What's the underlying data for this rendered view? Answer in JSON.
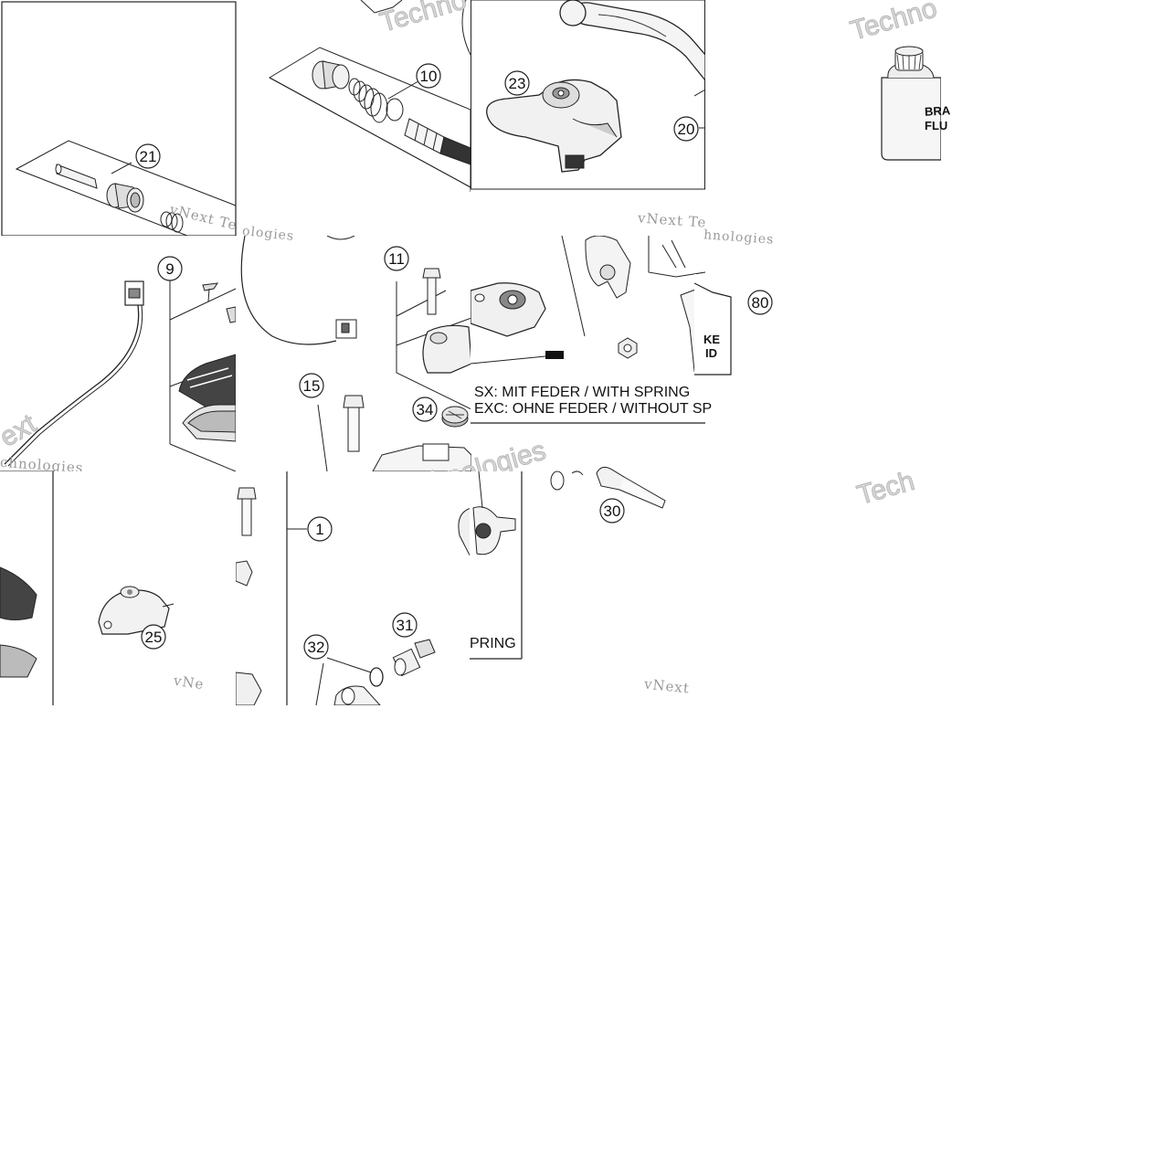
{
  "diagram": {
    "callouts": [
      "21",
      "10",
      "23",
      "20",
      "9",
      "11",
      "80",
      "15",
      "34",
      "1",
      "30",
      "25",
      "31",
      "32"
    ],
    "notes": {
      "sx_line": "SX: MIT FEDER / WITH SPRING",
      "exc_line": "EXC: OHNE FEDER / WITHOUT SP",
      "spring_fragment": "PRING"
    },
    "can_label": {
      "line1": "BRA",
      "line2": "FLU",
      "mid1": "KE",
      "mid2": "ID"
    },
    "watermarks": {
      "vnext": "vNext Tec",
      "vnext2": "vNext Te",
      "vnext3": "vNe",
      "vnext4": "vNext",
      "technologies": "Technologies",
      "techno": "Techno",
      "techn": "Techn",
      "tech": "Tech",
      "ext": "ext",
      "ologies": "ologies",
      "chnologies": "chnologies",
      "hnologies": "hnologies"
    },
    "colors": {
      "line": "#111111",
      "watermark": "#bdbdbd"
    }
  }
}
